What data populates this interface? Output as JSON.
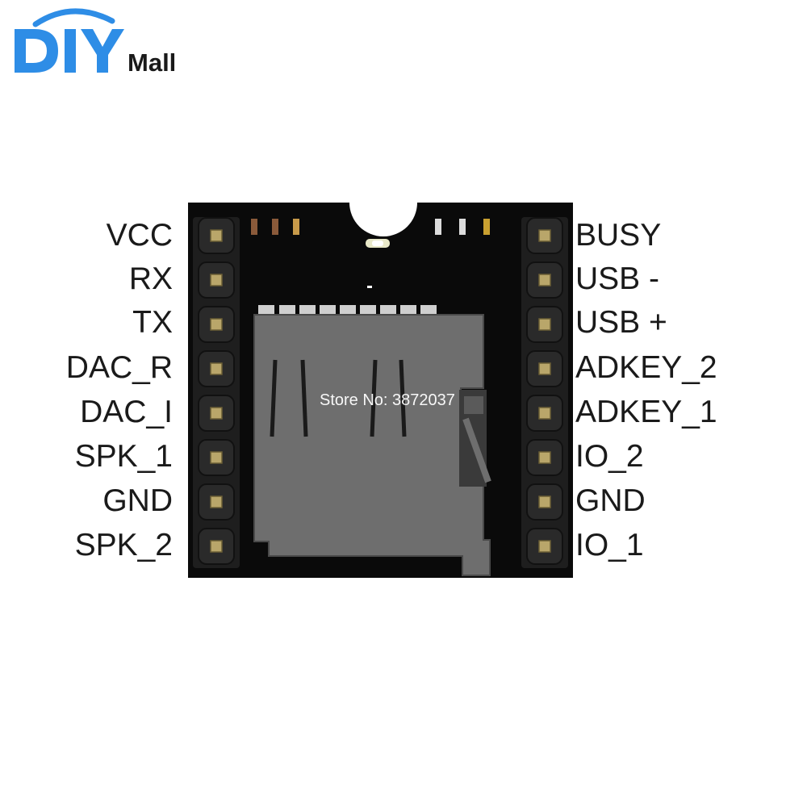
{
  "logo": {
    "brand": "DIY",
    "suffix": "Mall",
    "accent": "#2e8de6",
    "accent_dark": "#1c6fc4"
  },
  "watermark": "Store No: 3872037",
  "left_pins": [
    "VCC",
    "RX",
    "TX",
    "DAC_R",
    "DAC_I",
    "SPK_1",
    "GND",
    "SPK_2"
  ],
  "right_pins": [
    "BUSY",
    "USB -",
    "USB +",
    "ADKEY_2",
    "ADKEY_1",
    "IO_2",
    "GND",
    "IO_1"
  ],
  "colors": {
    "board": "#0a0a0a",
    "sd_slot": "#6e6e6e",
    "pin_header": "#1e1e1e",
    "pin_gold": "#b9a66a"
  }
}
